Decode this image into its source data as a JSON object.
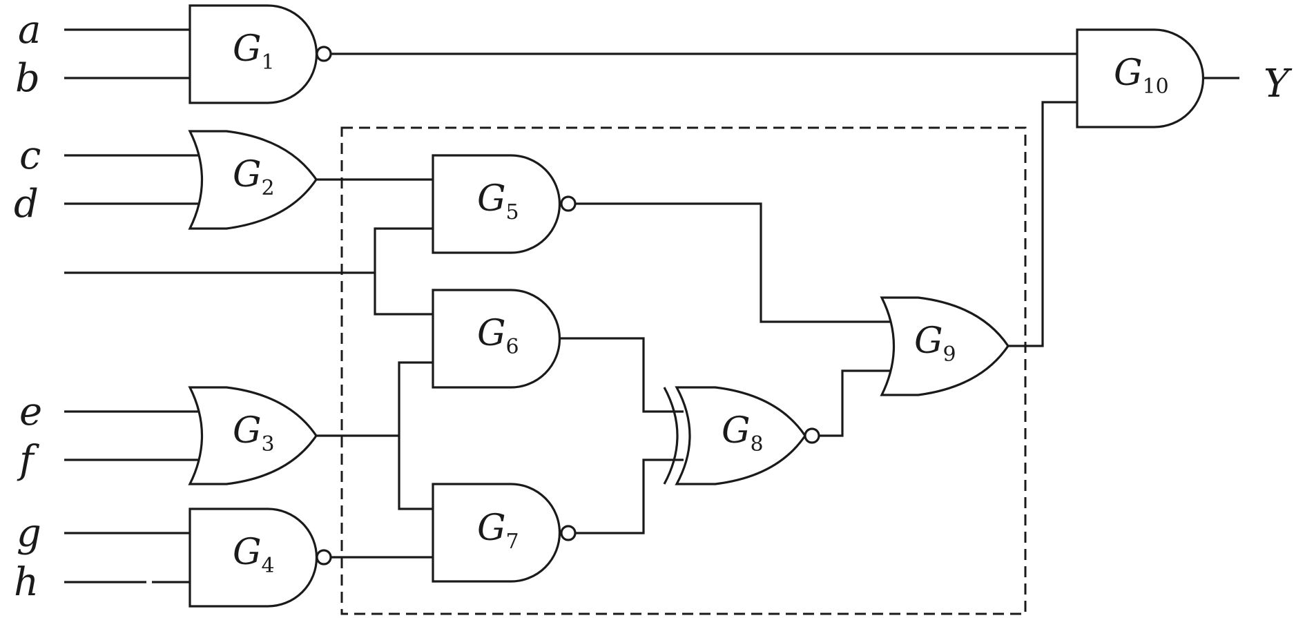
{
  "inputs": {
    "a": "a",
    "b": "b",
    "c": "c",
    "d": "d",
    "e": "e",
    "f": "f",
    "g": "g",
    "h": "h"
  },
  "output": {
    "y": "Y"
  },
  "gates": {
    "g1": {
      "letter": "G",
      "index": "1",
      "type": "NAND"
    },
    "g2": {
      "letter": "G",
      "index": "2",
      "type": "OR"
    },
    "g3": {
      "letter": "G",
      "index": "3",
      "type": "OR"
    },
    "g4": {
      "letter": "G",
      "index": "4",
      "type": "NAND"
    },
    "g5": {
      "letter": "G",
      "index": "5",
      "type": "NAND"
    },
    "g6": {
      "letter": "G",
      "index": "6",
      "type": "AND"
    },
    "g7": {
      "letter": "G",
      "index": "7",
      "type": "NAND"
    },
    "g8": {
      "letter": "G",
      "index": "8",
      "type": "XNOR"
    },
    "g9": {
      "letter": "G",
      "index": "9",
      "type": "OR"
    },
    "g10": {
      "letter": "G",
      "index": "10",
      "type": "AND"
    }
  },
  "colors": {
    "ink": "#1a1a1a",
    "background": "#ffffff"
  }
}
